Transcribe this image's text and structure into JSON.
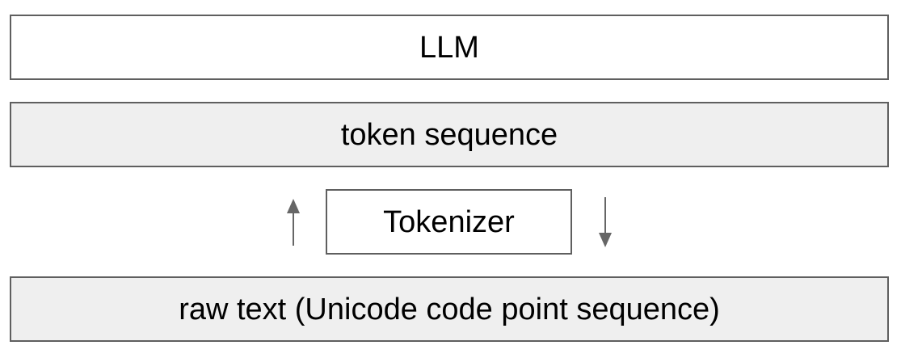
{
  "layers": {
    "llm": "LLM",
    "token_sequence": "token sequence",
    "tokenizer": "Tokenizer",
    "raw_text": "raw text (Unicode code point sequence)"
  },
  "arrows": {
    "left": "arrow-up-icon",
    "right": "arrow-down-icon"
  },
  "colors": {
    "border": "#5f5f5f",
    "gray_fill": "#efefef",
    "white_fill": "#ffffff",
    "arrow": "#666666"
  }
}
